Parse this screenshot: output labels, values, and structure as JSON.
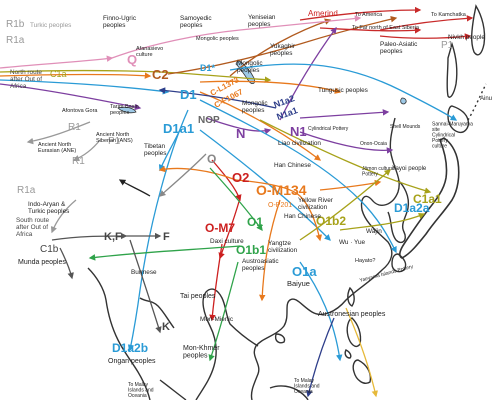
{
  "colors": {
    "land_outline": "#333333",
    "water_body": "#9ec9e6",
    "olive": "#a7a21a",
    "orange": "#e8791d",
    "brown": "#b15a1e",
    "purple": "#7d3fa0",
    "navy": "#2e3e8a",
    "blue": "#2a9bd6",
    "red": "#cc1f1f",
    "green": "#2fa34a",
    "gray": "#888888",
    "pink": "#e08fb8",
    "yellow": "#e6b93a",
    "black": "#222222"
  },
  "haplogroups": {
    "r1b": "R1b",
    "r1a_top": "R1a",
    "q": "Q",
    "c2": "C2",
    "c1a": "C1a",
    "d1": "D1",
    "d1_star": "D1*",
    "d1a1": "D1a1",
    "c_l1373": "C-L1373",
    "c_f1067": "C-F1067",
    "n": "N",
    "n1a2": "N1a2",
    "n1a1": "N1a1",
    "n1": "N1",
    "nop": "NOP",
    "r1": "R1",
    "p1_left": "P1",
    "r1_lower": "R1",
    "p1_right": "P1",
    "o": "O",
    "o2": "O2",
    "o_m134": "O-M134",
    "o_m7": "O-M7",
    "o1": "O1",
    "o1b2": "O1b2",
    "o1b1": "O1b1",
    "o1a": "O1a",
    "c1a1": "C1a1",
    "d1a2a": "D1a2a",
    "r1a_low": "R1a",
    "c1b": "C1b",
    "kf": "K,F",
    "f": "F",
    "k": "K",
    "d1a2b": "D1a2b",
    "o_p201": "O-P201"
  },
  "peoples": {
    "turkic": "Turkic peoples",
    "finno_ugric": "Finno-Ugric peoples",
    "samoyedic": "Samoyedic peoples",
    "yeniseian": "Yeniseian peoples",
    "amerind": "Amerind",
    "to_america": "To America",
    "to_kamchatka": "To Kamchatka",
    "far_north": "To Far north of East Siberia",
    "nivkh": "Nivkh people",
    "paleo_asiatic": "Paleo-Asiatic peoples",
    "yukaghir": "Yukaghir peoples",
    "mongolic_top": "Mongolic peoples",
    "afanasievo": "Afanasievo culture",
    "mongolic_small": "Mongolic peoples",
    "tarim": "Tarim Basin peoples",
    "afontova": "Afontova Gora",
    "ans": "Ancient North Siberian (ANS)",
    "ane": "Ancient North Eurasian (ANE)",
    "mongolic_mid": "Mongolic peoples",
    "tungusic": "Tungusic peoples",
    "shell_mound": "Shell Mounds",
    "liao": "Liao civilization",
    "cylindrical": "Cylindrical Pottery",
    "han_top": "Han Chinese",
    "tibetan": "Tibetan peoples",
    "yellow_river": "Yellow River civilization",
    "han_mid": "Han Chinese",
    "indo_aryan": "Indo-Aryan & Turkic peoples",
    "wajin": "Wajin",
    "wu_yue": "Wu · Yue",
    "yangtze": "Yangtze civilization",
    "daxi": "Daxi culture",
    "austroasiatic": "Austroasiatic peoples",
    "baiyue": "Baiyue",
    "burmese": "Burmese",
    "munda": "Munda peoples",
    "tai": "Tai peoples",
    "mon_mienic": "Mon-Mienic",
    "mon_khmer": "Mon-Khmer peoples",
    "austronesian": "Austronesian peoples",
    "ongan": "Ongan peoples",
    "hayato": "Hayato?",
    "sannai": "Sannai-Maruyama site Cylindrical Pottery culture",
    "jomon": "Jōmon cultural Pottery",
    "yayoi": "Yayoi people",
    "ainu": "Ainu",
    "ryukyuan": "Yaeyama Islands Pottery",
    "north_route": "North route after Out of Africa",
    "south_route": "South route after Out of Africa",
    "to_malay_left": "To Malay Islands and Oceania",
    "to_malay_right": "To Malay Islands and Oceania",
    "onon": "Onon-Ocaia"
  }
}
